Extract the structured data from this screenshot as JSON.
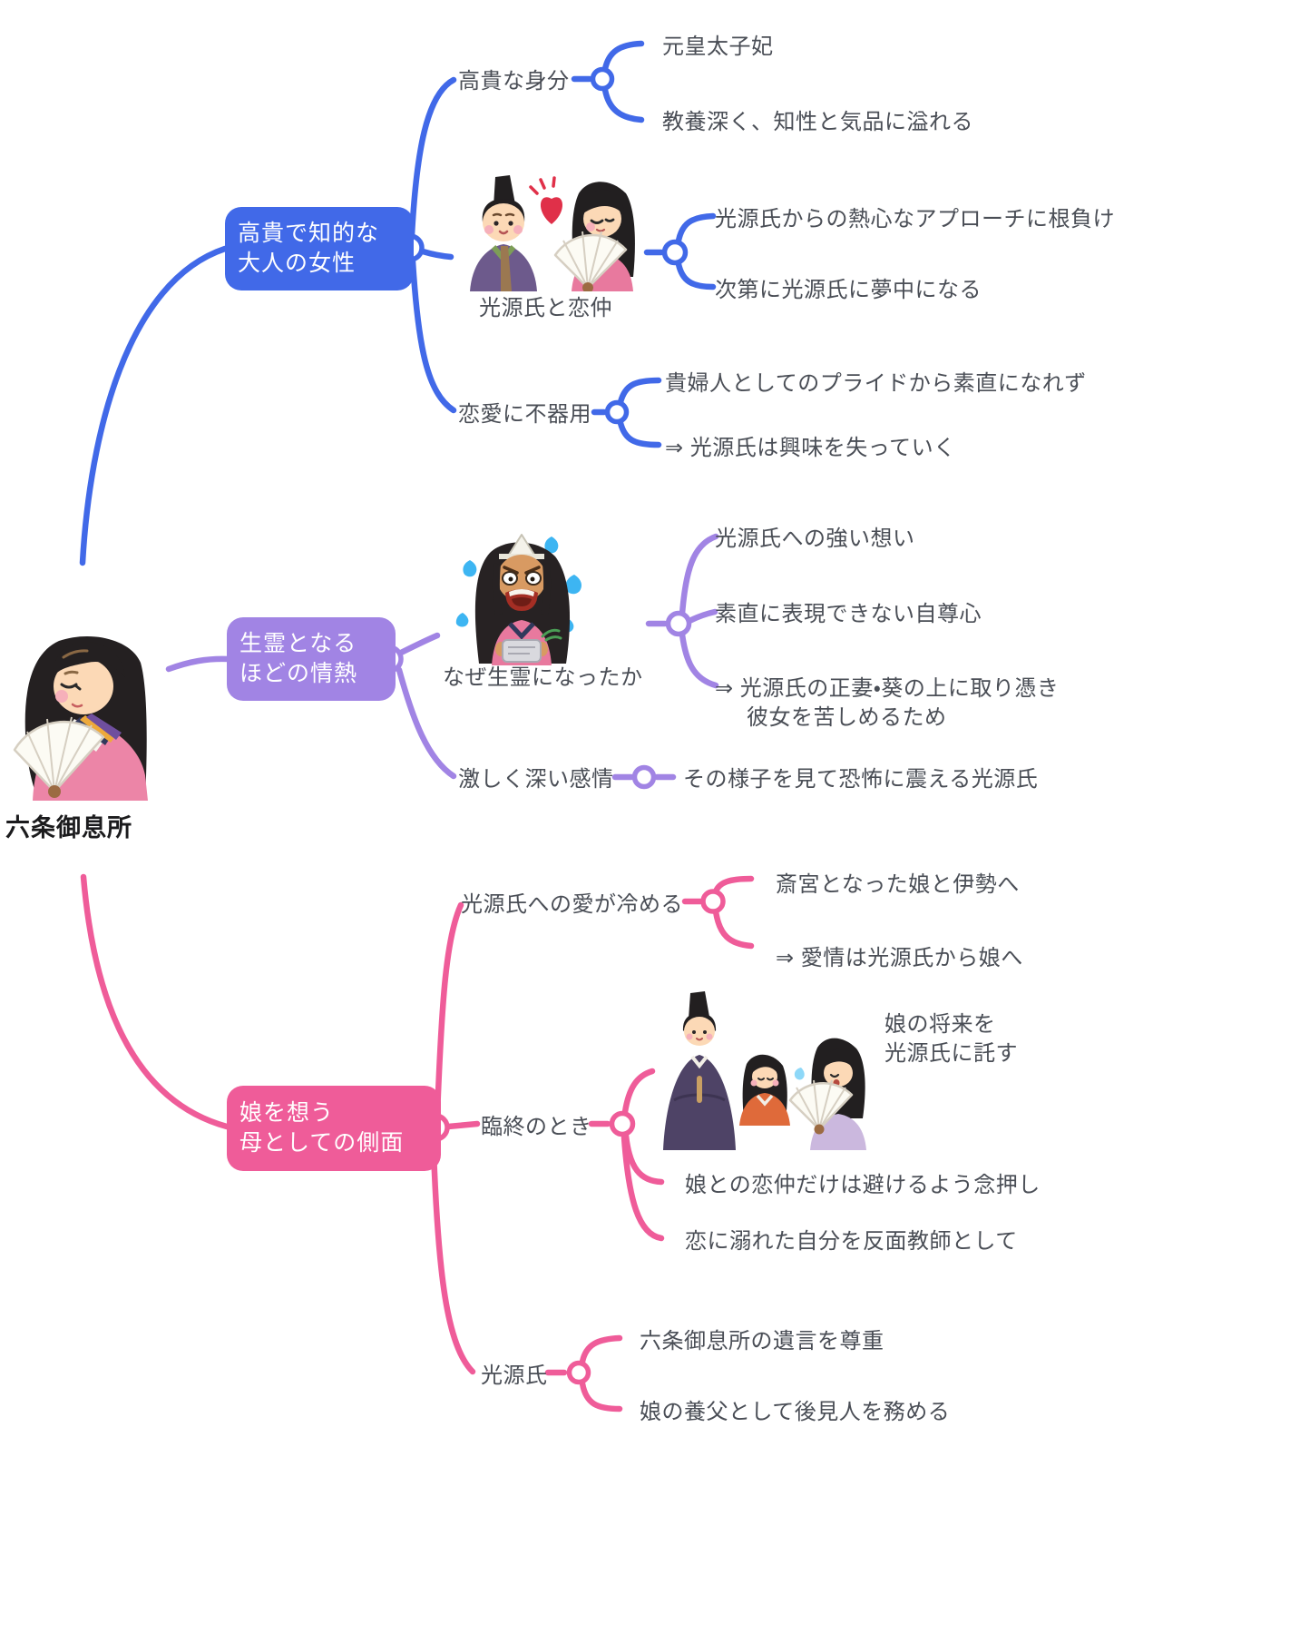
{
  "colors": {
    "branch_blue": "#4169E8",
    "branch_purple": "#A184E4",
    "branch_pink": "#EF5C99",
    "label_text": "#4A4E56",
    "root_label_text": "#1B1B1D",
    "node_text": "#FFFFFF",
    "canvas_bg": "#FFFFFF"
  },
  "root": {
    "label": "六条御息所"
  },
  "illustrations": {
    "root": "heian-lady-with-fan",
    "romance": "genji-and-lady-couple-with-heart",
    "why": "vengeful-spirit-woman-with-blue-flames",
    "deathbed": "deathbed-scene-genji-daughter-mother"
  },
  "branches": {
    "noble": {
      "title": "高貴で知的な\n大人の女性",
      "children": {
        "status": {
          "label": "高貴な身分",
          "items": [
            "元皇太子妃",
            "教養深く、知性と気品に溢れる"
          ]
        },
        "romance": {
          "label": "光源氏と恋仲",
          "items": [
            "光源氏からの熱心なアプローチに根負け",
            "次第に光源氏に夢中になる"
          ]
        },
        "clumsy": {
          "label": "恋愛に不器用",
          "items": [
            "貴婦人としてのプライドから素直になれず",
            "⇒ 光源氏は興味を失っていく"
          ]
        }
      }
    },
    "passion": {
      "title": "生霊となる\nほどの情熱",
      "children": {
        "why": {
          "label": "なぜ生霊になったか",
          "items": [
            "光源氏への強い想い",
            "素直に表現できない自尊心",
            "⇒ 光源氏の正妻・葵の上に取り憑き\n彼女を苦しめるため"
          ]
        },
        "emotion": {
          "label": "激しく深い感情",
          "items": [
            "その様子を見て恐怖に震える光源氏"
          ]
        }
      }
    },
    "mother": {
      "title": "娘を想う\n母としての側面",
      "children": {
        "cooling": {
          "label": "光源氏への愛が冷める",
          "items": [
            "斎宮となった娘と伊勢へ",
            "⇒ 愛情は光源氏から娘へ"
          ]
        },
        "deathbed": {
          "label": "臨終のとき",
          "items": [
            "娘の将来を\n光源氏に託す",
            "娘との恋仲だけは避けるよう念押し",
            "恋に溺れた自分を反面教師として"
          ]
        },
        "genji": {
          "label": "光源氏",
          "items": [
            "六条御息所の遺言を尊重",
            "娘の養父として後見人を務める"
          ]
        }
      }
    }
  }
}
